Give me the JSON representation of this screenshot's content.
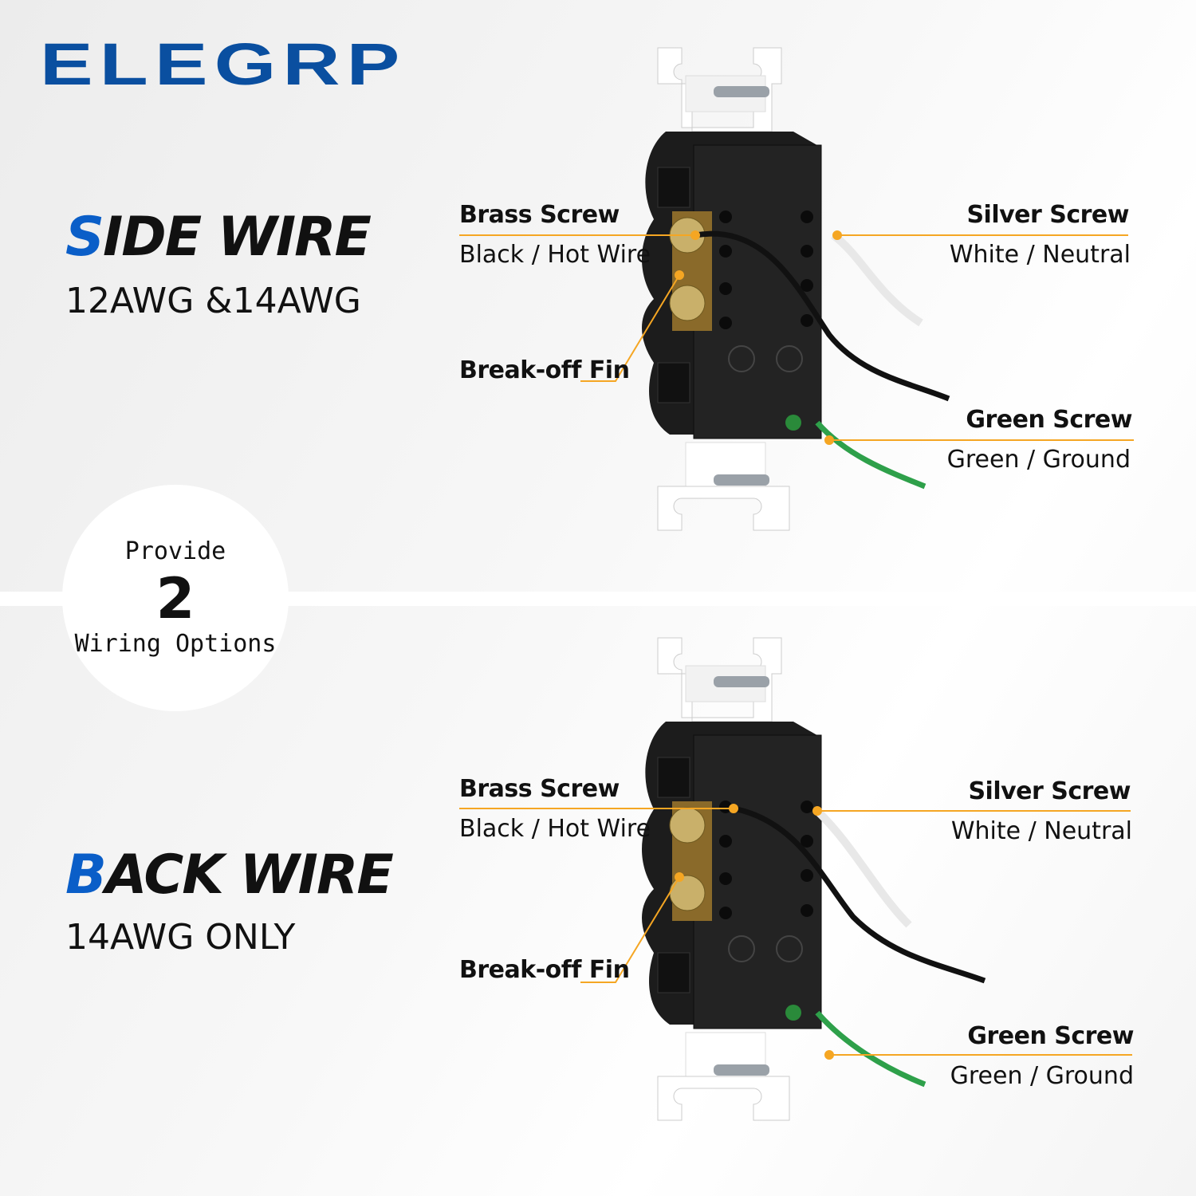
{
  "brand": "ELEGRP",
  "accent_color": "#0a5ec8",
  "leader_color": "#f5a623",
  "badge": {
    "provide": "Provide",
    "number": "2",
    "options": "Wiring Options"
  },
  "panels": [
    {
      "title_first": "S",
      "title_rest": "IDE WIRE",
      "subtitle": "12AWG &14AWG",
      "brass": {
        "label": "Brass Screw",
        "desc": "Black / Hot Wire"
      },
      "fin": {
        "label": "Break-off Fin"
      },
      "silver": {
        "label": "Silver Screw",
        "desc": "White / Neutral"
      },
      "green": {
        "label": "Green Screw",
        "desc": "Green / Ground"
      }
    },
    {
      "title_first": "B",
      "title_rest": "ACK WIRE",
      "subtitle": "14AWG ONLY",
      "brass": {
        "label": "Brass Screw",
        "desc": "Black / Hot Wire"
      },
      "fin": {
        "label": "Break-off Fin"
      },
      "silver": {
        "label": "Silver Screw",
        "desc": "White / Neutral"
      },
      "green": {
        "label": "Green Screw",
        "desc": "Green / Ground"
      }
    }
  ]
}
